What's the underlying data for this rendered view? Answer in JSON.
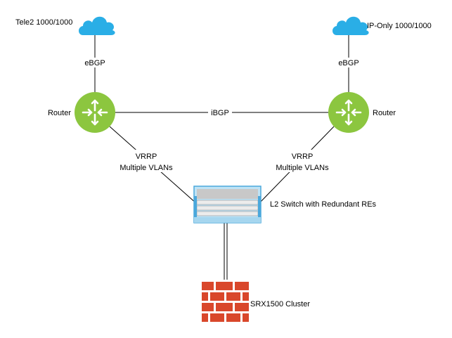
{
  "isp_left": {
    "label": "Tele2 1000/1000",
    "icon": "cloud-icon"
  },
  "isp_right": {
    "label": "IP-Only 1000/1000",
    "icon": "cloud-icon"
  },
  "router_left": {
    "label": "Router",
    "icon": "router-icon"
  },
  "router_right": {
    "label": "Router",
    "icon": "router-icon"
  },
  "links": {
    "ebgp_left": "eBGP",
    "ebgp_right": "eBGP",
    "ibgp": "iBGP",
    "vrrp_left": {
      "line1": "VRRP",
      "line2": "Multiple VLANs"
    },
    "vrrp_right": {
      "line1": "VRRP",
      "line2": "Multiple VLANs"
    }
  },
  "switch": {
    "label": "L2 Switch with Redundant REs",
    "icon": "switch-icon"
  },
  "firewall": {
    "label": "SRX1500 Cluster",
    "icon": "firewall-icon"
  },
  "colors": {
    "cloud": "#2aaee6",
    "router": "#8cc63f",
    "firewall": "#d9472b",
    "switch_blue": "#4aa8dc",
    "switch_gray": "#c8c8c8"
  }
}
